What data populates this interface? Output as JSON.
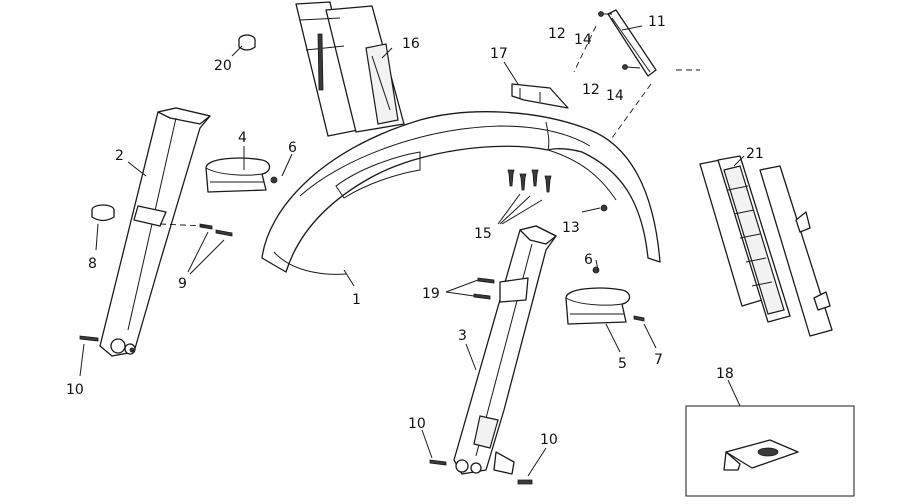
{
  "callouts": {
    "c1": "1",
    "c2": "2",
    "c3": "3",
    "c4": "4",
    "c5": "5",
    "c6a": "6",
    "c6b": "6",
    "c7": "7",
    "c8": "8",
    "c9": "9",
    "c10a": "10",
    "c10b": "10",
    "c10c": "10",
    "c11": "11",
    "c12a": "12",
    "c12b": "12",
    "c13": "13",
    "c14a": "14",
    "c14b": "14",
    "c15": "15",
    "c16": "16",
    "c17": "17",
    "c18": "18",
    "c19": "19",
    "c20": "20",
    "c21": "21"
  }
}
